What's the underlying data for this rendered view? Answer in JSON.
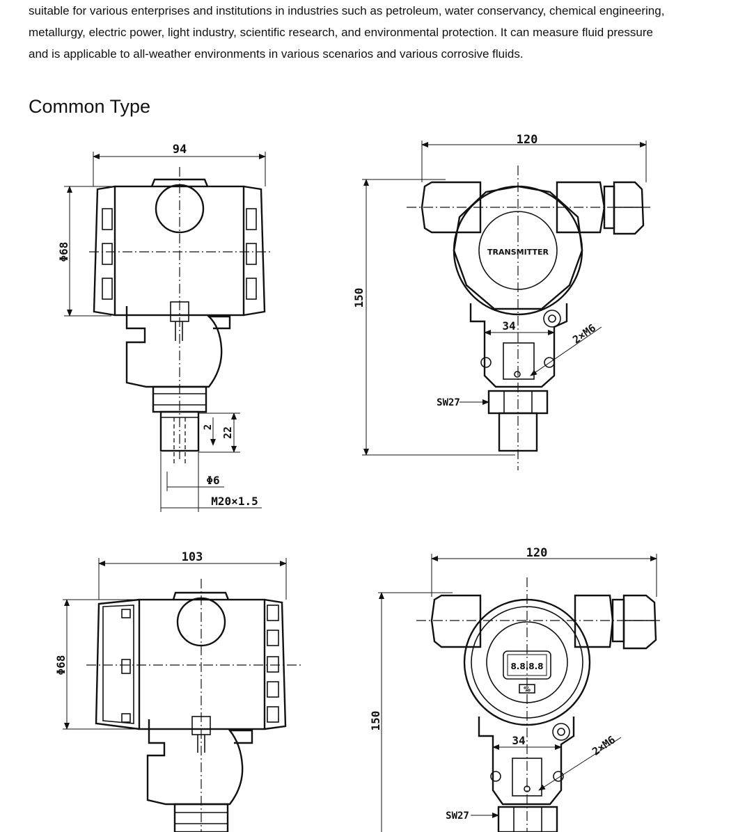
{
  "intro": {
    "lines": [
      "suitable for various enterprises and institutions in industries such as petroleum, water conservancy, chemical engineering,",
      "metallurgy, electric power, light industry, scientific research, and environmental protection. It can measure fluid pressure",
      "and is applicable to all-weather environments in various scenarios and various corrosive fluids."
    ]
  },
  "section": {
    "title": "Common Type"
  },
  "drawings": {
    "side_view_1": {
      "width": "94",
      "diameter": "Φ68",
      "dim_2": "2",
      "dim_22": "22",
      "dim_phi6": "Φ6",
      "thread": "M20×1.5"
    },
    "front_view_1": {
      "width": "120",
      "height": "150",
      "bolt_spacing": "34",
      "holes": "2×M6",
      "wrench": "SW27",
      "nameplate": "TRANSMITTER"
    },
    "side_view_2": {
      "width": "103",
      "diameter": "Φ68"
    },
    "front_view_2": {
      "width": "120",
      "height": "150",
      "bolt_spacing": "34",
      "holes": "2×M6",
      "wrench": "SW27",
      "display": "8.8.8.8",
      "unit": "%"
    }
  }
}
